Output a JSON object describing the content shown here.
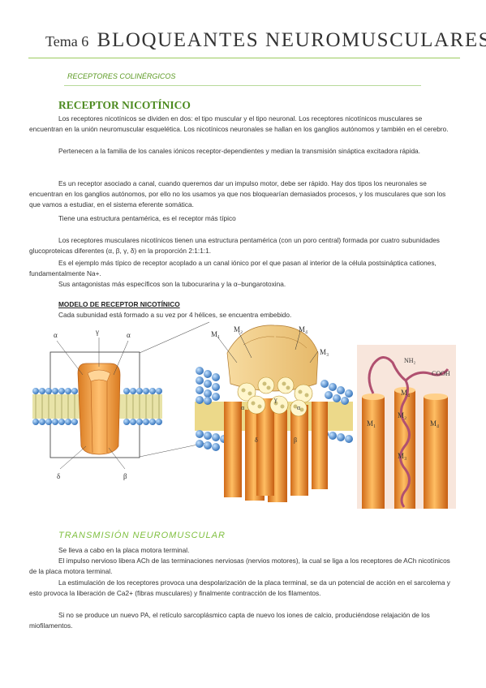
{
  "header": {
    "tema": "Tema 6",
    "title": "BLOQUEANTES NEUROMUSCULARES",
    "section": "RECEPTORES COLINÉRGICOS"
  },
  "colors": {
    "accent_green": "#4c8a1f",
    "rule_green": "#9ccb5f",
    "light_green": "#7fbf3f",
    "membrane_blue": "#4a86c8",
    "protein_orange": "#f0a040"
  },
  "receptor": {
    "heading": "RECEPTOR NICOTÍNICO",
    "p1": "Los receptores nicotínicos se dividen en dos: el tipo muscular y el tipo neuronal.  Los receptores nicotínicos musculares se encuentran en la unión neuromuscular esquelética. Los nicotínicos neuronales se hallan en los ganglios autónomos y también en el cerebro.",
    "p2": "Pertenecen a la familia de los canales iónicos receptor-dependientes y median la transmisión sináptica excitadora rápida.",
    "p3": "Es un receptor asociado a canal, cuando queremos dar un impulso motor, debe ser rápido. Hay dos tipos los neuronales se encuentran en los ganglios autónomos, por ello no los usamos ya que nos bloquearían demasiados procesos, y los musculares que son los que vamos a estudiar, en el sistema eferente somática.",
    "p4": "Tiene una estructura pentamérica, es el receptor más típico",
    "p5": "Los receptores musculares nicotínicos tienen una estructura pentamérica (con un poro central) formada por cuatro subunidades glucoproteicas diferentes (α, β, γ, δ) en la proporción 2:1:1:1.",
    "p6": "Es el ejemplo más típico de receptor acoplado a un canal iónico por el que pasan al interior de la célula postsináptica cationes, fundamentalmente Na+.",
    "p7": "Sus antagonistas más específicos son la tubocurarina y la α–bungarotoxina."
  },
  "model": {
    "heading": "MODELO DE RECEPTOR NICOTÍNICO",
    "text": "Cada subunidad está formado a su vez por 4 hélices, se encuentra embebido."
  },
  "figure": {
    "fig1_labels": {
      "alpha_left": "α",
      "gamma": "γ",
      "alpha_right": "α",
      "delta": "δ",
      "beta": "β"
    },
    "fig2_labels": {
      "m1": "M₁",
      "m2": "M₂",
      "m3": "M₃",
      "m4": "M₄",
      "alpha": "α",
      "gamma": "γ",
      "delta": "δ",
      "beta": "β",
      "alpha2": "α"
    },
    "fig3_labels": {
      "nh2": "NH₂",
      "cooh": "COOH",
      "m1": "M₁",
      "m2": "M₂",
      "m3": "M₃",
      "m4": "M₄"
    }
  },
  "transmission": {
    "heading": "TRANSMISIÓN NEUROMUSCULAR",
    "p1": "Se lleva a cabo en la placa motora terminal.",
    "p2": "El impulso nervioso libera ACh de las terminaciones nerviosas (nervios motores), la cual se liga a los receptores de ACh nicotínicos de la placa motora terminal.",
    "p3": "La estimulación de los receptores provoca una despolarización de la placa terminal, se da un potencial de acción en el sarcolema y esto provoca la liberación de Ca2+ (fibras musculares) y finalmente contracción de los filamentos.",
    "p4": "Si no se produce un nuevo PA, el retículo sarcoplásmico capta de nuevo los iones de calcio, produciéndose relajación de los miofilamentos."
  }
}
